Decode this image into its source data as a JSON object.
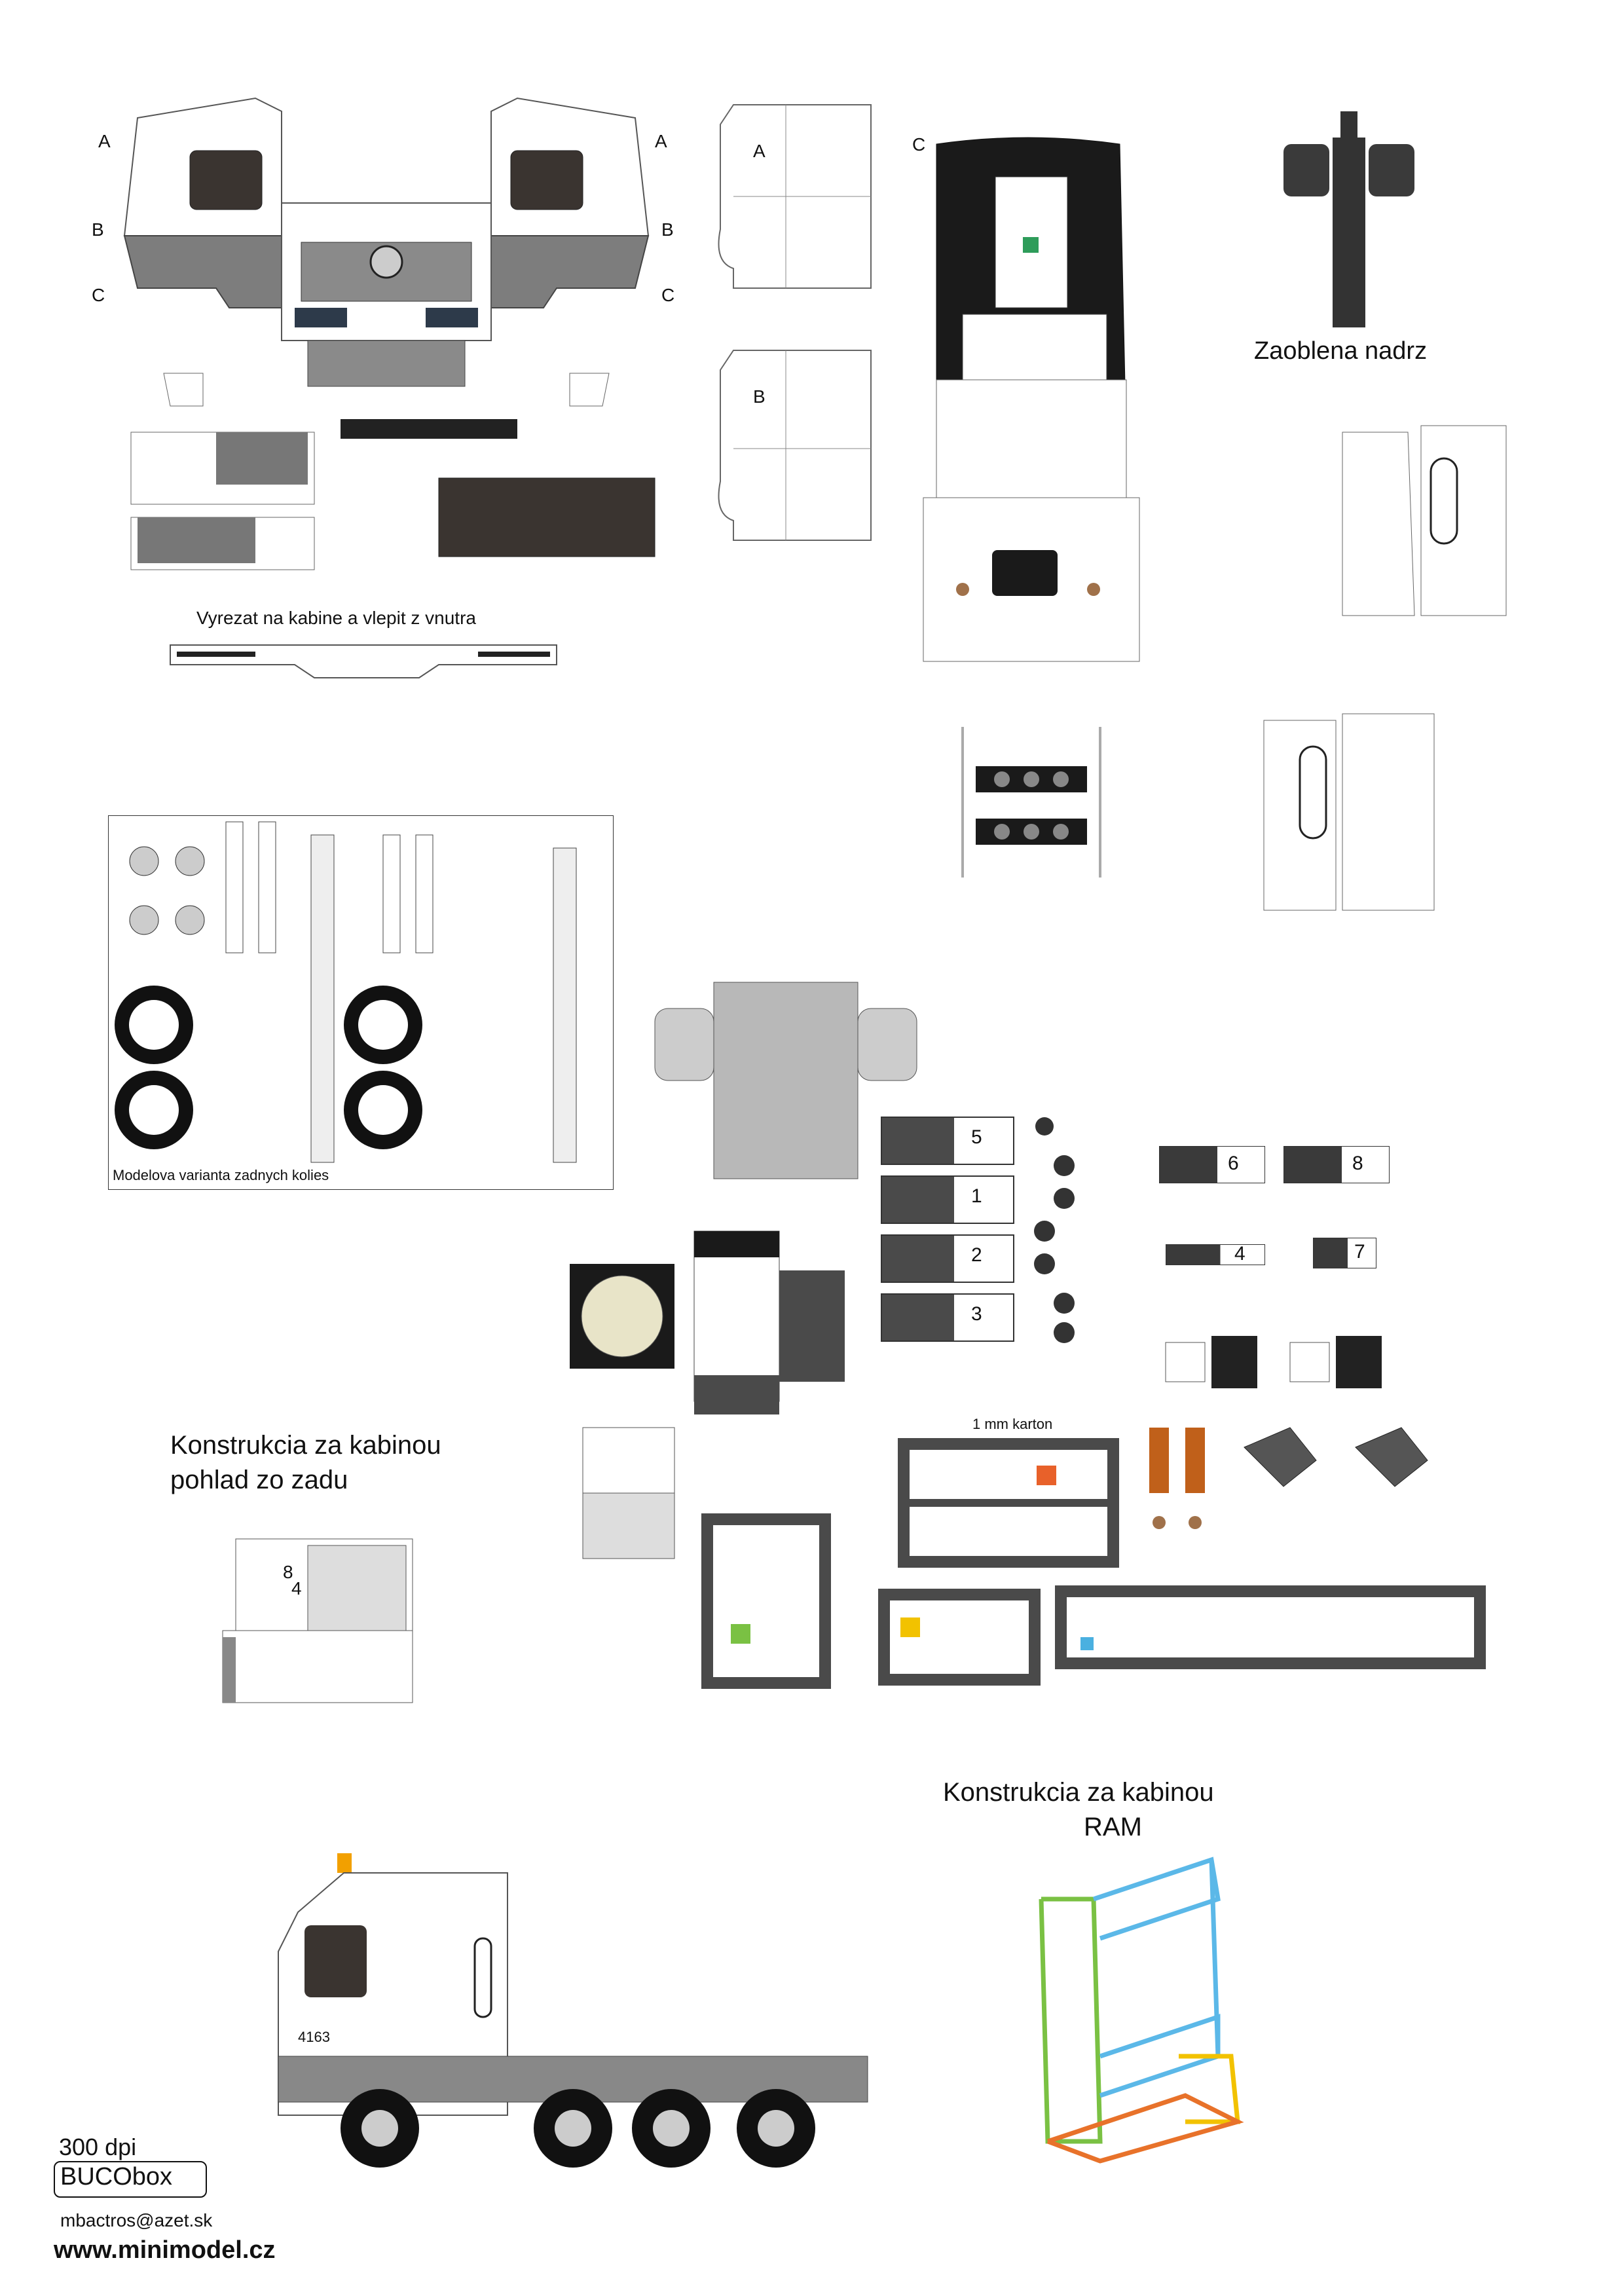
{
  "labels": {
    "letter_a": "A",
    "letter_b": "B",
    "letter_c": "C",
    "cut_note": "Vyrezat na kabine a vlepit z vnutra",
    "rounded_tank": "Zaoblena nadrz",
    "wheels_variant": "Modelova varianta zadnych kolies",
    "rear_construction_line1": "Konstrukcia za kabinou",
    "rear_construction_line2": "pohlad zo zadu",
    "frame_title_line1": "Konstrukcia za kabinou",
    "frame_title_line2": "RAM",
    "cardboard_note": "1 mm karton",
    "model_number": "4163"
  },
  "box_numbers": [
    "5",
    "1",
    "2",
    "3"
  ],
  "small_box_numbers": [
    "6",
    "8",
    "4",
    "7"
  ],
  "rear_view_numbers": [
    "5",
    "6",
    "7",
    "8",
    "4",
    "1",
    "2",
    "3"
  ],
  "footer": {
    "dpi": "300 dpi",
    "brand": "BUCObox",
    "email": "mbactros@azet.sk",
    "website": "www.minimodel.cz"
  },
  "colors": {
    "dark_gray": "#4a4a4a",
    "black": "#1a1a1a",
    "green_marker": "#2e9c5a",
    "orange_marker": "#e8612a",
    "yellow_marker": "#f2c200",
    "blue_marker": "#4ab0e0",
    "lime_marker": "#7ac143",
    "frame_green": "#7ac143",
    "frame_blue": "#5bb8e8",
    "frame_orange": "#e8722a",
    "frame_yellow": "#f2c200"
  }
}
